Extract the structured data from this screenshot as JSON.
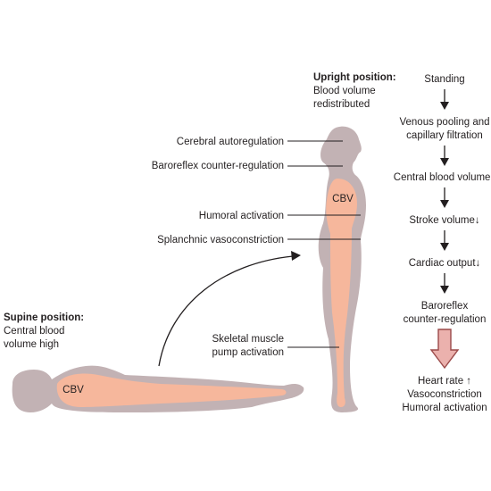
{
  "supine": {
    "heading": "Supine position:",
    "line1": "Central blood",
    "line2": "volume high",
    "cbv": "CBV"
  },
  "upright": {
    "heading": "Upright position:",
    "line1": "Blood volume",
    "line2": "redistributed",
    "cbv": "CBV"
  },
  "callouts": {
    "cerebral": "Cerebral autoregulation",
    "baroreflex": "Baroreflex counter-regulation",
    "humoral": "Humoral activation",
    "splanchnic": "Splanchnic vasoconstriction",
    "skeletal1": "Skeletal muscle",
    "skeletal2": "pump activation"
  },
  "flow": {
    "standing": "Standing",
    "venous1": "Venous pooling and",
    "venous2": "capillary filtration",
    "cbv": "Central blood volume↓",
    "stroke": "Stroke volume↓",
    "cardiac": "Cardiac output↓",
    "baro1": "Baroreflex",
    "baro2": "counter-regulation",
    "result1": "Heart rate ↑",
    "result2": "Vasoconstriction",
    "result3": "Humoral activation"
  },
  "colors": {
    "body_gray": "#c2b2b4",
    "blood_salmon": "#f6b79c",
    "arrow_fill": "#ebb1ad",
    "arrow_stroke": "#9b4a4a",
    "ink": "#231f20"
  }
}
